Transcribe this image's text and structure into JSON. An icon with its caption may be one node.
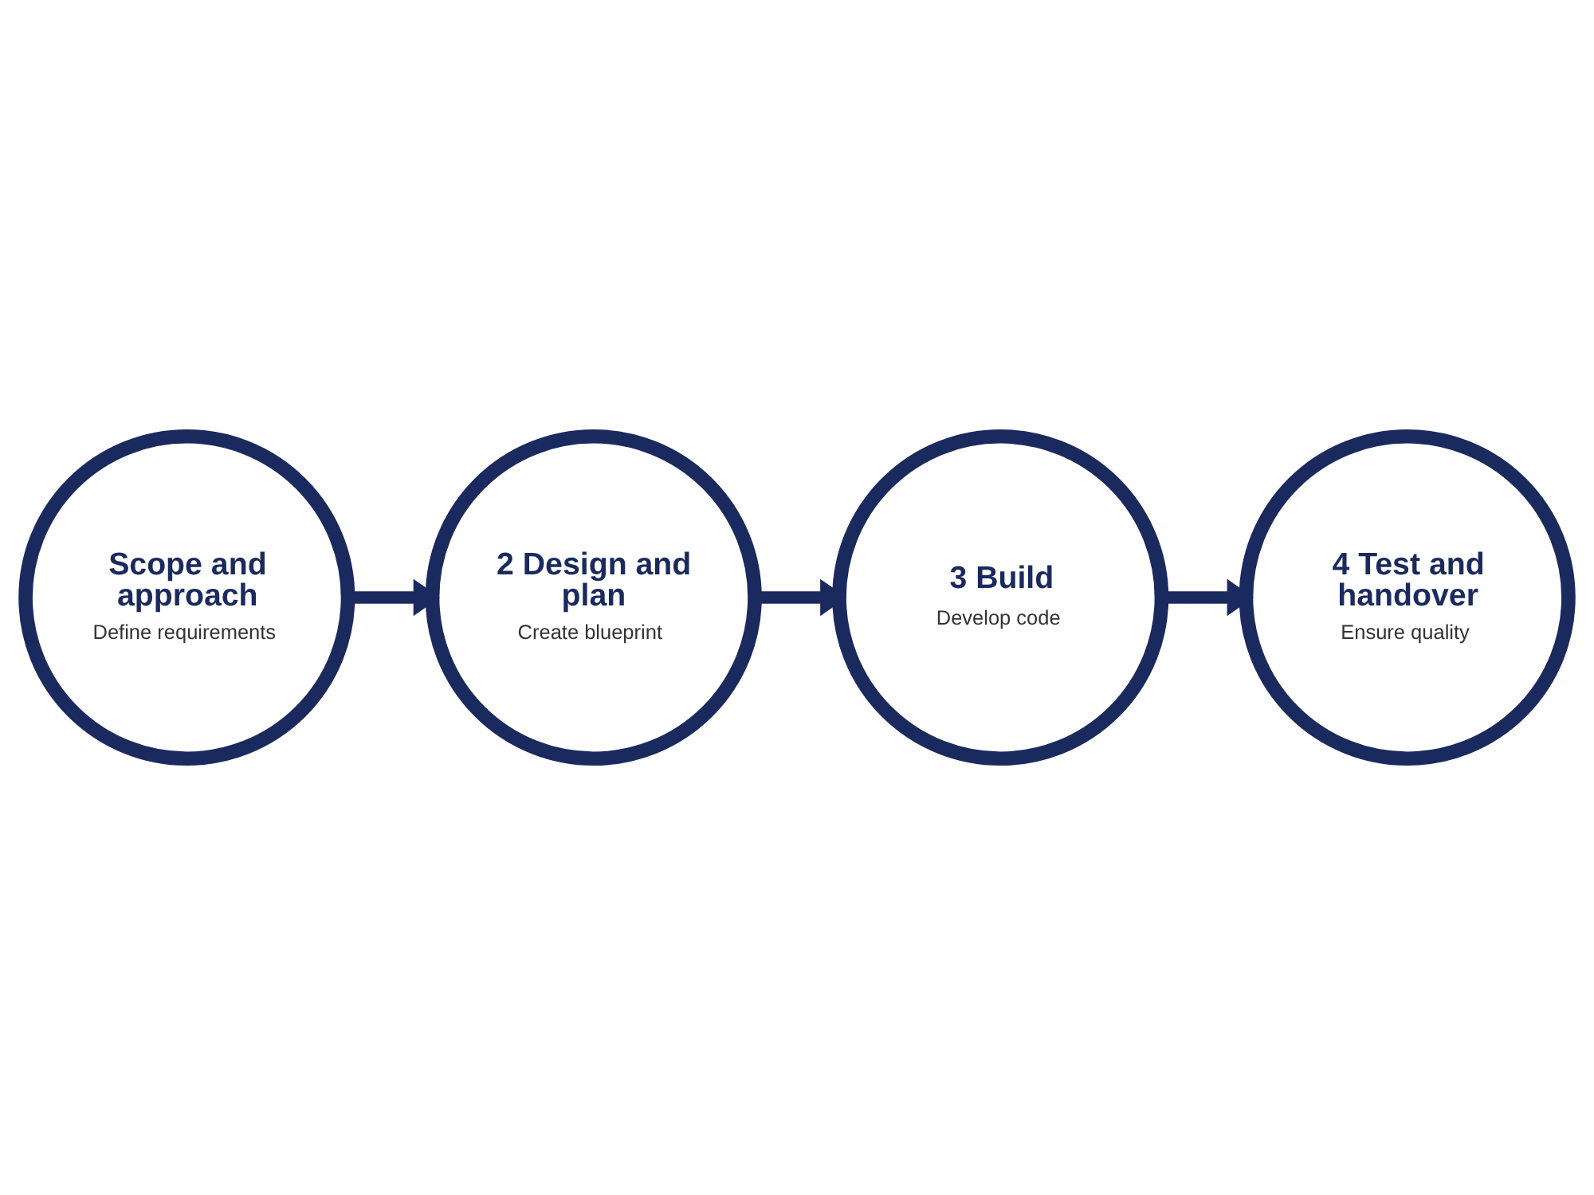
{
  "diagram": {
    "nodes": [
      {
        "text": [
          "Scope and approach",
          "Define requirements"
        ]
      },
      {
        "text": [
          "2 Design and plan",
          "Create blueprint"
        ]
      },
      {
        "text": [
          "3 Build",
          "Develop code"
        ]
      },
      {
        "text": [
          "4 Test and handover",
          "Ensure quality"
        ]
      }
    ],
    "edges": [
      {
        "from": 0,
        "to": 1,
        "arrow": "to"
      },
      {
        "from": 1,
        "to": 2,
        "arrow": "to"
      },
      {
        "from": 2,
        "to": 3,
        "arrow": "to"
      }
    ]
  }
}
